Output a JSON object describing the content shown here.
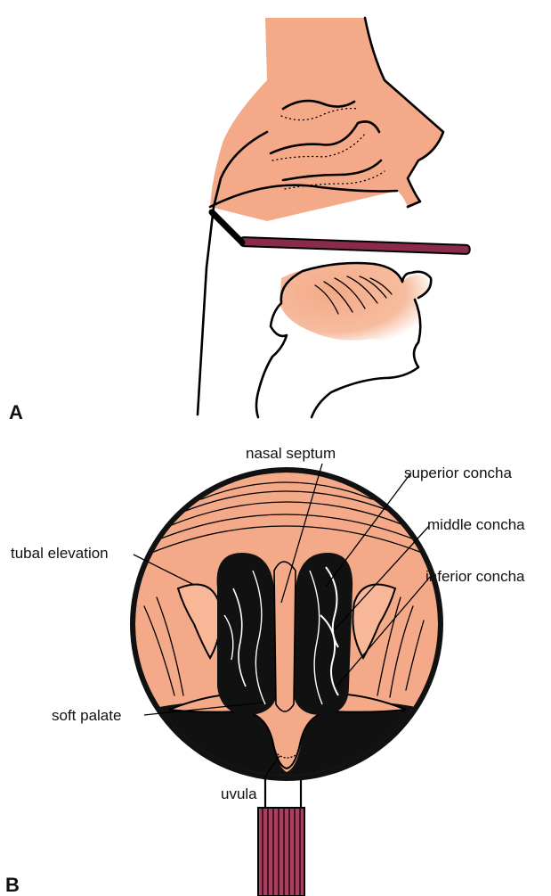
{
  "figure": {
    "panels": [
      {
        "letter": "A"
      },
      {
        "letter": "B"
      }
    ],
    "labels": {
      "nasal_septum": "nasal septum",
      "superior_concha": "superior concha",
      "middle_concha": "middle concha",
      "inferior_concha": "inferior concha",
      "tubal_elevation": "tubal elevation",
      "soft_palate": "soft palate",
      "uvula": "uvula"
    },
    "colors": {
      "tissue": "#F4AA88",
      "tissue_light": "#F8C7AE",
      "ink": "#000000",
      "mirror_shaft": "#8A2B4A",
      "background": "#FFFFFF"
    }
  }
}
